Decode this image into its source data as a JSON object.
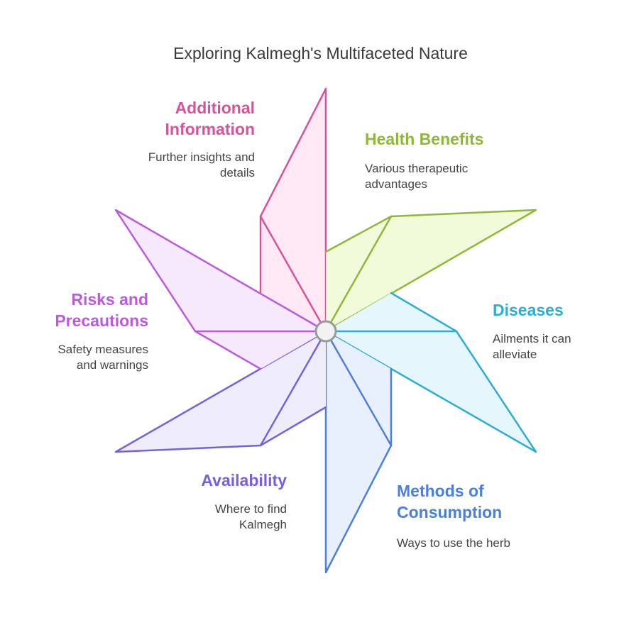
{
  "title": "Exploring Kalmegh's Multifaceted Nature",
  "sections": [
    {
      "key": "additional",
      "heading_lines": [
        "Additional",
        "Information"
      ],
      "description_lines": [
        "Further insights and",
        "details"
      ],
      "color": "#d6529c",
      "fill": "#fde8f3"
    },
    {
      "key": "health",
      "heading_lines": [
        "Health Benefits"
      ],
      "description_lines": [
        "Various therapeutic",
        "advantages"
      ],
      "color": "#8fb83a",
      "fill": "#f2fbd9"
    },
    {
      "key": "diseases",
      "heading_lines": [
        "Diseases"
      ],
      "description_lines": [
        "Ailments it can",
        "alleviate"
      ],
      "color": "#2aaed4",
      "fill": "#e5f6fc"
    },
    {
      "key": "methods",
      "heading_lines": [
        "Methods of",
        "Consumption"
      ],
      "description_lines": [
        "Ways to use the herb"
      ],
      "color": "#4a7fdb",
      "fill": "#e9f0fd"
    },
    {
      "key": "availability",
      "heading_lines": [
        "Availability"
      ],
      "description_lines": [
        "Where to find",
        "Kalmegh"
      ],
      "color": "#7a5fdc",
      "fill": "#efecfc"
    },
    {
      "key": "risks",
      "heading_lines": [
        "Risks and",
        "Precautions"
      ],
      "description_lines": [
        "Safety measures",
        "and warnings"
      ],
      "color": "#bb5bdc",
      "fill": "#f7e9fc"
    }
  ],
  "center_hub_color": "#9a9a9a"
}
